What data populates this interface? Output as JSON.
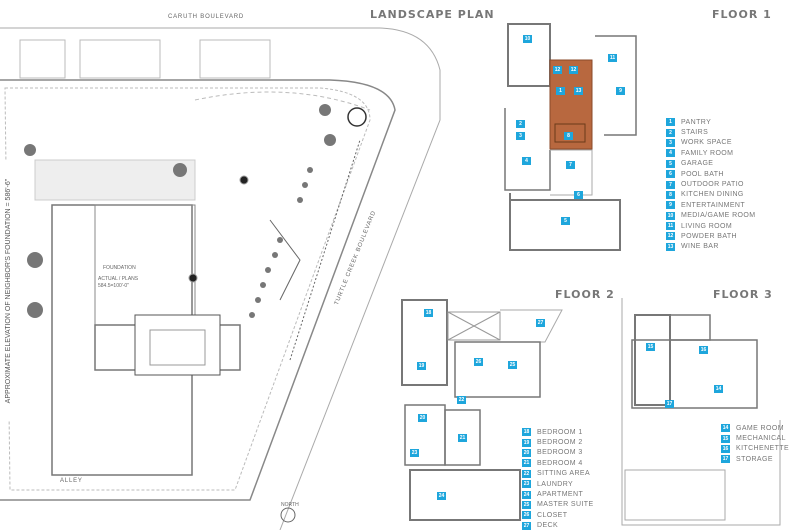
{
  "titles": {
    "landscape": "LANDSCAPE PLAN",
    "floor1": "FLOOR 1",
    "floor2": "FLOOR 2",
    "floor3": "FLOOR 3"
  },
  "landscape": {
    "street_top": "CARUTH BOULEVARD",
    "street_right": "TURTLE CREEK BOULEVARD",
    "street_bottom": "ALLEY",
    "side_note": "APPROXIMATE ELEVATION OF NEIGHBOR'S FOUNDATION = 586'-6\"",
    "foundation": "FOUNDATION",
    "foundation_note": "ACTUAL / PLANS",
    "foundation_elev": "584.5=100'-0\"",
    "north": "NORTH"
  },
  "colors": {
    "tag": "#1ea6dc",
    "highlight": "#b8683f"
  },
  "floor1": {
    "markers": [
      "10",
      "12",
      "12",
      "1",
      "13",
      "11",
      "9",
      "2",
      "3",
      "4",
      "8",
      "7",
      "6",
      "5"
    ],
    "legend": [
      {
        "n": "1",
        "label": "PANTRY"
      },
      {
        "n": "2",
        "label": "STAIRS"
      },
      {
        "n": "3",
        "label": "WORK SPACE"
      },
      {
        "n": "4",
        "label": "FAMILY ROOM"
      },
      {
        "n": "5",
        "label": "GARAGE"
      },
      {
        "n": "6",
        "label": "POOL BATH"
      },
      {
        "n": "7",
        "label": "OUTDOOR PATIO"
      },
      {
        "n": "8",
        "label": "KITCHEN DINING"
      },
      {
        "n": "9",
        "label": "ENTERTAINMENT"
      },
      {
        "n": "10",
        "label": "MEDIA/GAME ROOM"
      },
      {
        "n": "11",
        "label": "LIVING ROOM"
      },
      {
        "n": "12",
        "label": "POWDER BATH"
      },
      {
        "n": "13",
        "label": "WINE BAR"
      }
    ]
  },
  "floor2": {
    "markers": [
      "18",
      "27",
      "26",
      "25",
      "19",
      "22",
      "20",
      "21",
      "23",
      "24"
    ],
    "legend": [
      {
        "n": "18",
        "label": "BEDROOM 1"
      },
      {
        "n": "19",
        "label": "BEDROOM 2"
      },
      {
        "n": "20",
        "label": "BEDROOM 3"
      },
      {
        "n": "21",
        "label": "BEDROOM 4"
      },
      {
        "n": "22",
        "label": "SITTING AREA"
      },
      {
        "n": "23",
        "label": "LAUNDRY"
      },
      {
        "n": "24",
        "label": "APARTMENT"
      },
      {
        "n": "25",
        "label": "MASTER SUITE"
      },
      {
        "n": "26",
        "label": "CLOSET"
      },
      {
        "n": "27",
        "label": "DECK"
      }
    ]
  },
  "floor3": {
    "markers": [
      "15",
      "16",
      "14",
      "17"
    ],
    "legend": [
      {
        "n": "14",
        "label": "GAME ROOM"
      },
      {
        "n": "15",
        "label": "MECHANICAL"
      },
      {
        "n": "16",
        "label": "KITCHENETTE"
      },
      {
        "n": "17",
        "label": "STORAGE"
      }
    ]
  }
}
